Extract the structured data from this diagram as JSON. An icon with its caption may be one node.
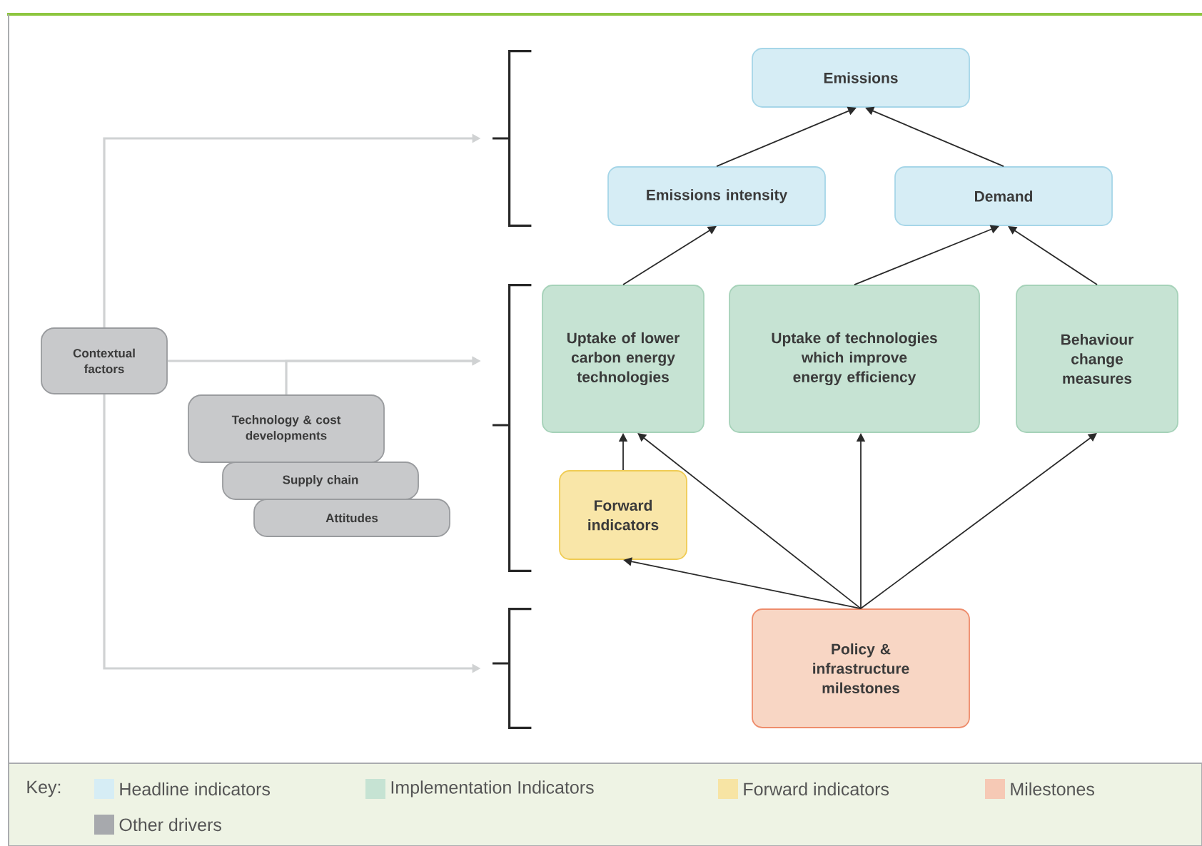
{
  "diagram": {
    "nodes": [
      {
        "text": [
          "Emissions"
        ]
      },
      {
        "text": [
          "Emissions intensity"
        ]
      },
      {
        "text": [
          "Demand"
        ]
      },
      {
        "text": [
          "Uptake of lower carbon energy technologies"
        ]
      },
      {
        "text": [
          "Uptake of technologies which improve energy efficiency"
        ]
      },
      {
        "text": [
          "Behaviour change measures"
        ]
      },
      {
        "text": [
          "Forward indicators"
        ]
      },
      {
        "text": [
          "Policy & infrastructure milestones"
        ]
      },
      {
        "text": [
          "Contextual factors"
        ]
      },
      {
        "text": [
          "Technology & cost developments"
        ]
      },
      {
        "text": [
          "Supply chain"
        ]
      },
      {
        "text": [
          "Attitudes"
        ]
      },
      {
        "text": [],
        "shape": "bracket"
      },
      {
        "text": [],
        "shape": "bracket"
      },
      {
        "text": [],
        "shape": "bracket"
      }
    ],
    "edges": [
      {
        "from": 1,
        "to": 0,
        "arrow": "to"
      },
      {
        "from": 2,
        "to": 0,
        "arrow": "to"
      },
      {
        "from": 3,
        "to": 1,
        "arrow": "to"
      },
      {
        "from": 4,
        "to": 2,
        "arrow": "to"
      },
      {
        "from": 5,
        "to": 2,
        "arrow": "to"
      },
      {
        "from": 6,
        "to": 3,
        "arrow": "to"
      },
      {
        "from": 7,
        "to": 3,
        "arrow": "to"
      },
      {
        "from": 7,
        "to": 4,
        "arrow": "to"
      },
      {
        "from": 7,
        "to": 5,
        "arrow": "to"
      },
      {
        "from": 7,
        "to": 6,
        "arrow": "to"
      },
      {
        "from": 8,
        "to": 12,
        "arrow": "to",
        "color": "#d0d2d3"
      },
      {
        "from": 8,
        "to": 13,
        "arrow": "to",
        "color": "#d0d2d3"
      },
      {
        "from": 8,
        "to": 14,
        "arrow": "to",
        "color": "#d0d2d3"
      },
      {
        "from": 9,
        "to": 13,
        "arrow": "to",
        "color": "#d0d2d3"
      }
    ],
    "labels": [
      "Key:"
    ],
    "legend": [
      {
        "text": "Headline indicators",
        "color": "#d6edf5"
      },
      {
        "text": "Implementation Indicators",
        "color": "#c6e3d3"
      },
      {
        "text": "Forward indicators",
        "color": "#f7e4a4"
      },
      {
        "text": "Milestones",
        "color": "#f6c9b5"
      },
      {
        "text": "Other drivers",
        "color": "#a7a9ad"
      }
    ]
  }
}
